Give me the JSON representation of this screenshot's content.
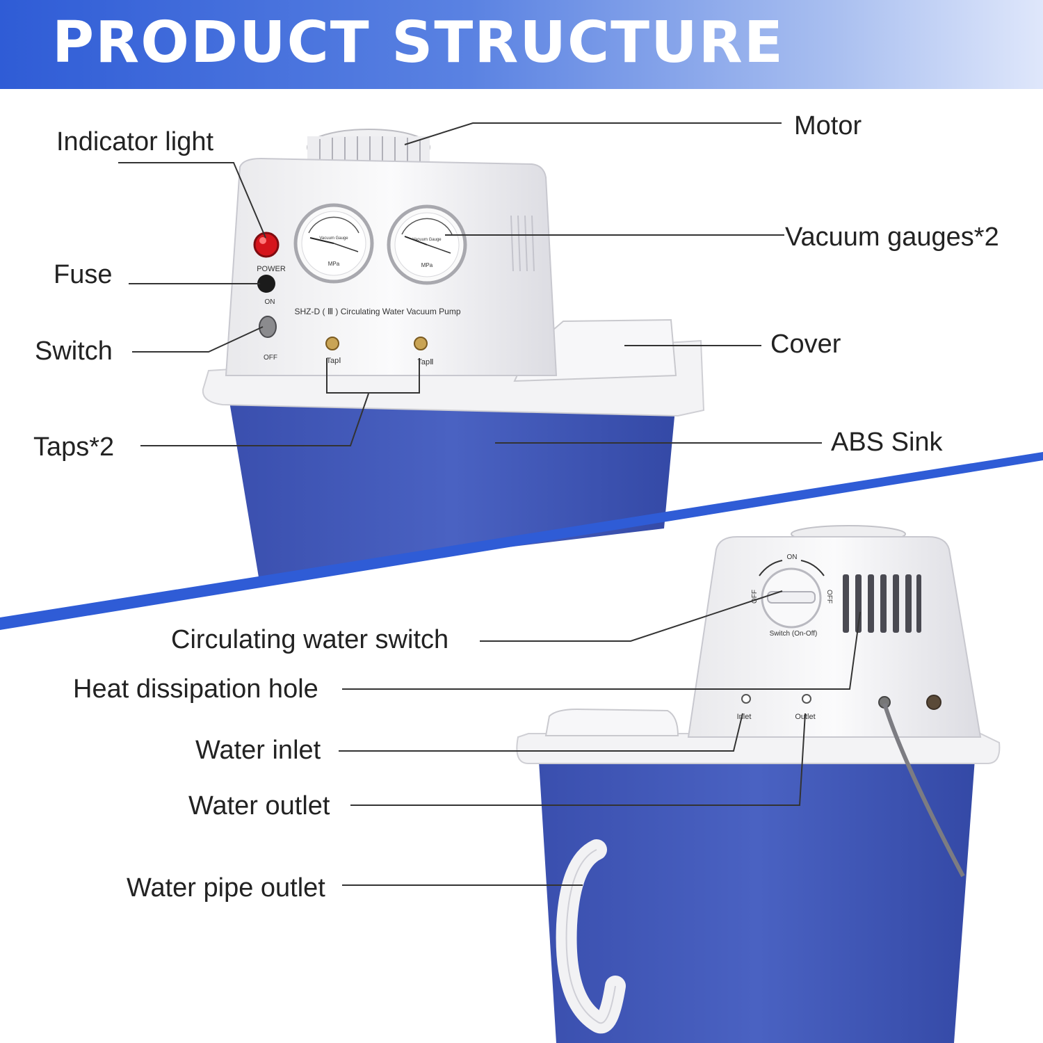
{
  "header": {
    "title": "PRODUCT STRUCTURE"
  },
  "colors": {
    "header_start": "#2f5cd6",
    "sink_blue": "#3e55b4",
    "divider_blue": "#2f5cd6",
    "housing_white": "#f2f2f2"
  },
  "device_front": {
    "power_text": "POWER",
    "on_text": "ON",
    "off_text": "OFF",
    "panel_text": "SHZ-D ( Ⅲ ) Circulating Water Vacuum Pump",
    "tap1_text": "TapⅠ",
    "tap2_text": "TapⅡ",
    "gauge_unit": "MPa",
    "gauge_name": "Vacuum Gauge"
  },
  "device_back": {
    "knob_on": "ON",
    "knob_off_left": "OFF",
    "knob_off_right": "OFF",
    "knob_caption": "Switch (On-Off)",
    "inlet_text": "Inlet",
    "outlet_text": "Outlet"
  },
  "labels": {
    "indicator_light": "Indicator light",
    "fuse": "Fuse",
    "switch": "Switch",
    "taps": "Taps*2",
    "motor": "Motor",
    "vacuum_gauges": "Vacuum gauges*2",
    "cover": "Cover",
    "abs_sink": "ABS Sink",
    "circulating_water_switch": "Circulating water switch",
    "heat_dissipation_hole": "Heat dissipation hole",
    "water_inlet": "Water inlet",
    "water_outlet": "Water outlet",
    "water_pipe_outlet": "Water pipe outlet"
  }
}
